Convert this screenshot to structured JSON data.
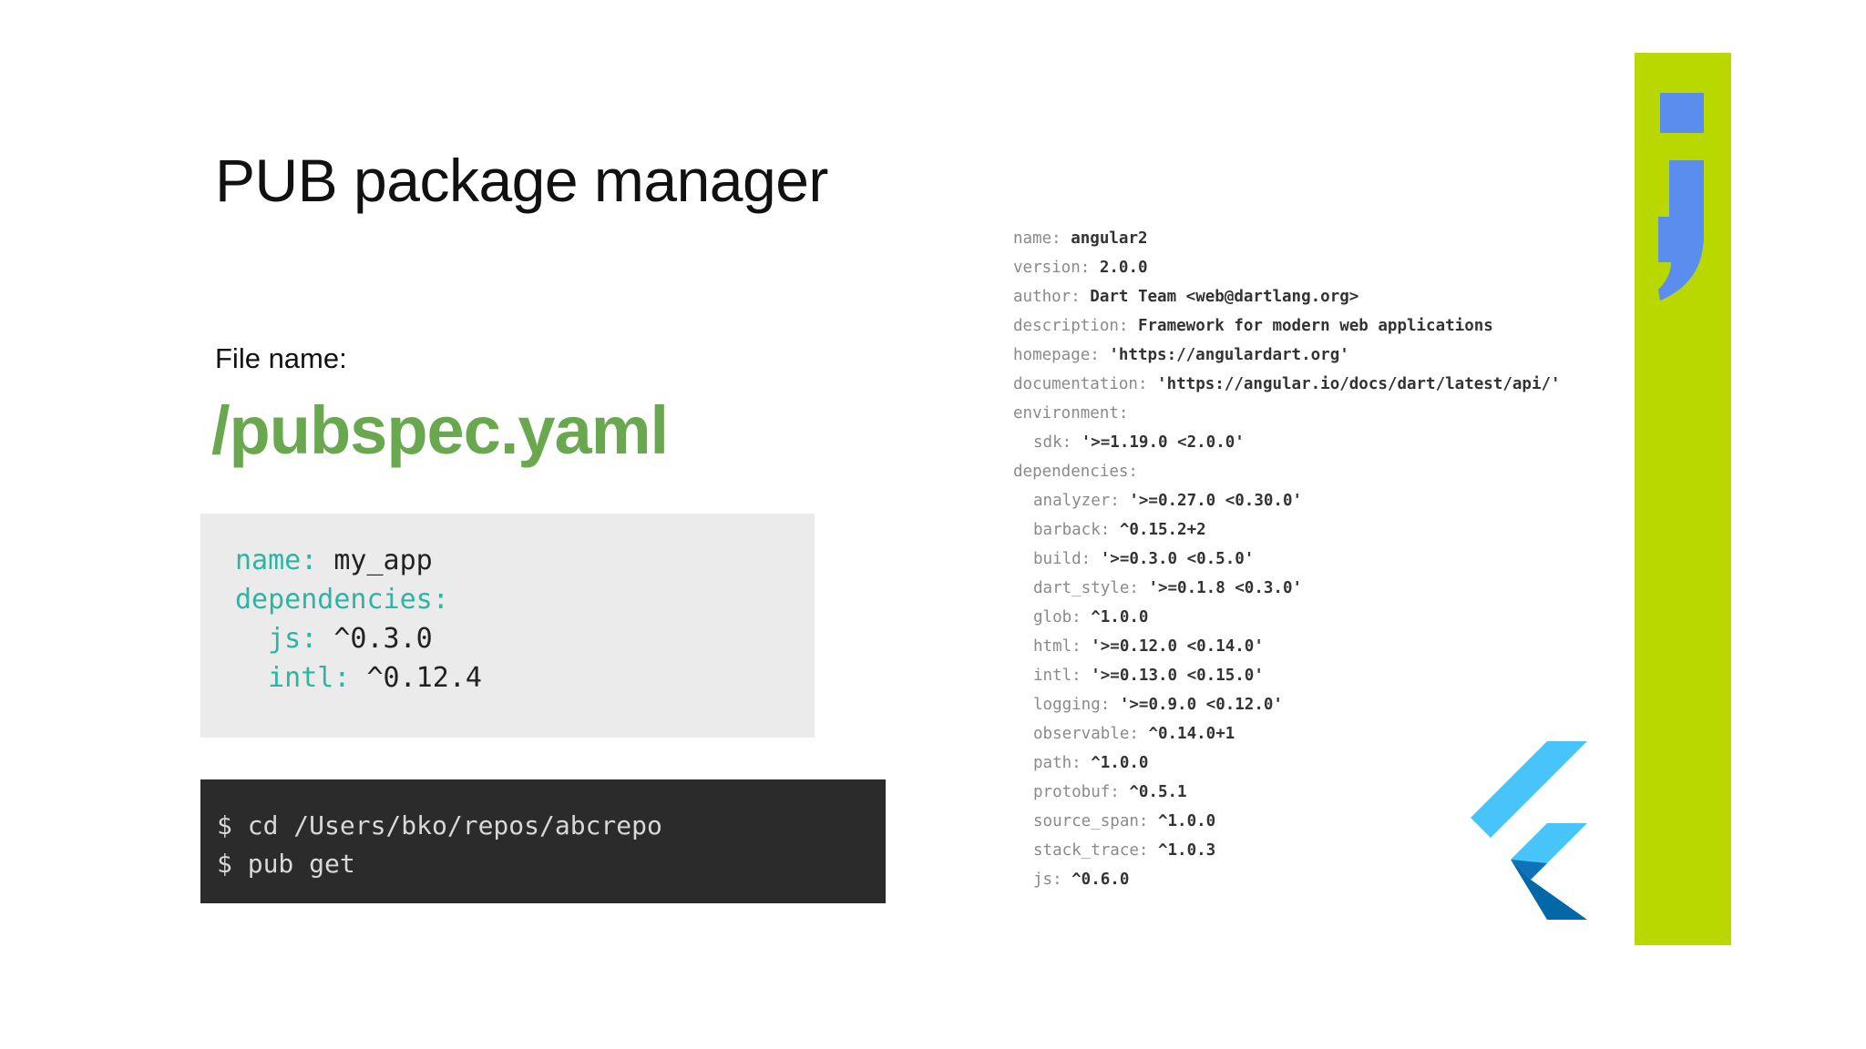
{
  "slide": {
    "title": "PUB package manager",
    "file_label": "File name:",
    "file_name": "/pubspec.yaml"
  },
  "yaml_example": [
    {
      "key": "name:",
      "value": " my_app",
      "indent": ""
    },
    {
      "key": "dependencies:",
      "value": "",
      "indent": ""
    },
    {
      "key": "js:",
      "value": " ^0.3.0",
      "indent": "  "
    },
    {
      "key": "intl:",
      "value": " ^0.12.4",
      "indent": "  "
    }
  ],
  "terminal": [
    "$ cd /Users/bko/repos/abcrepo",
    "$ pub get"
  ],
  "angular_pubspec": [
    {
      "key": "name:",
      "value": " angular2",
      "indent": false
    },
    {
      "key": "version:",
      "value": " 2.0.0",
      "indent": false
    },
    {
      "key": "author:",
      "value": " Dart Team <web@dartlang.org>",
      "indent": false
    },
    {
      "key": "description:",
      "value": " Framework for modern web applications",
      "indent": false
    },
    {
      "key": "homepage:",
      "value": " 'https://angulardart.org'",
      "indent": false
    },
    {
      "key": "documentation:",
      "value": " 'https://angular.io/docs/dart/latest/api/'",
      "indent": false
    },
    {
      "key": "environment:",
      "value": "",
      "indent": false
    },
    {
      "key": "sdk:",
      "value": " '>=1.19.0 <2.0.0'",
      "indent": true
    },
    {
      "key": "dependencies:",
      "value": "",
      "indent": false
    },
    {
      "key": "analyzer:",
      "value": " '>=0.27.0 <0.30.0'",
      "indent": true
    },
    {
      "key": "barback:",
      "value": " ^0.15.2+2",
      "indent": true
    },
    {
      "key": "build:",
      "value": " '>=0.3.0 <0.5.0'",
      "indent": true
    },
    {
      "key": "dart_style:",
      "value": " '>=0.1.8 <0.3.0'",
      "indent": true
    },
    {
      "key": "glob:",
      "value": " ^1.0.0",
      "indent": true
    },
    {
      "key": "html:",
      "value": " '>=0.12.0 <0.14.0'",
      "indent": true
    },
    {
      "key": "intl:",
      "value": " '>=0.13.0 <0.15.0'",
      "indent": true
    },
    {
      "key": "logging:",
      "value": " '>=0.9.0 <0.12.0'",
      "indent": true
    },
    {
      "key": "observable:",
      "value": " ^0.14.0+1",
      "indent": true
    },
    {
      "key": "path:",
      "value": " ^1.0.0",
      "indent": true
    },
    {
      "key": "protobuf:",
      "value": " ^0.5.1",
      "indent": true
    },
    {
      "key": "source_span:",
      "value": " ^1.0.0",
      "indent": true
    },
    {
      "key": "stack_trace:",
      "value": " ^1.0.3",
      "indent": true
    },
    {
      "key": "js:",
      "value": " ^0.6.0",
      "indent": true
    }
  ],
  "branding": {
    "side_bar_color": "#b9d800",
    "j_logo_color": "#5b8def",
    "flutter_light": "#47c5fb",
    "flutter_dark": "#0468a8",
    "icons": [
      "j-logo-icon",
      "flutter-logo-icon"
    ]
  }
}
